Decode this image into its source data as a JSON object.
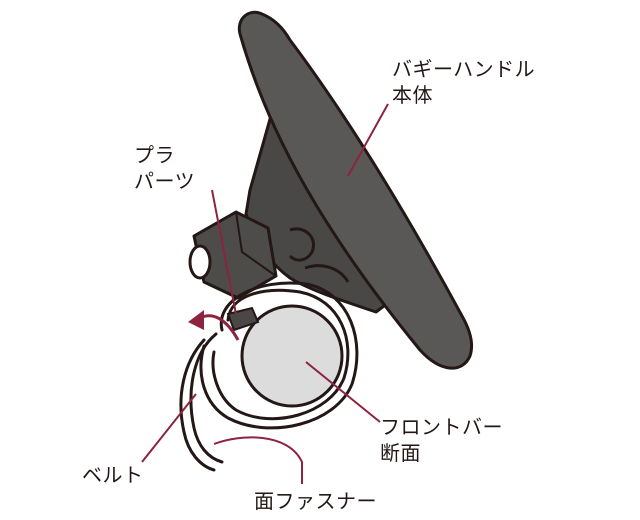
{
  "labels": {
    "handle_body": [
      "バギーハンドル",
      "本体"
    ],
    "plastic_part": [
      "プラ",
      "パーツ"
    ],
    "front_bar_section": [
      "フロントバー",
      "断面"
    ],
    "belt": "ベルト",
    "hook_and_loop": "面ファスナー"
  },
  "colors": {
    "handle_fill": "#5a5757",
    "handle_dark": "#4a4747",
    "outline": "#231815",
    "leader_line": "#8c2440",
    "rotation_arrow": "#8c2440",
    "bar_fill": "#dcdcdd",
    "background": "#ffffff"
  }
}
